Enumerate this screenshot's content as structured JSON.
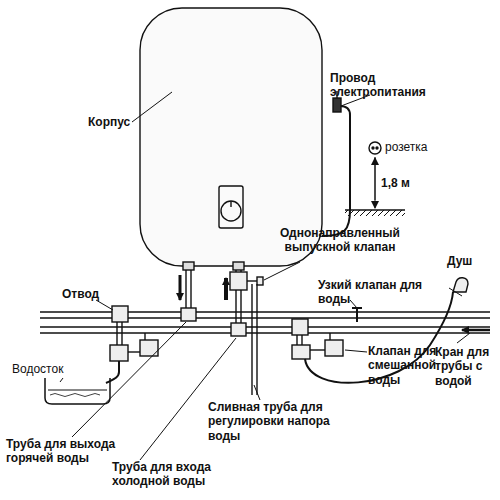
{
  "diagram": {
    "labels": [
      "Корпус",
      "Провод электропитания",
      "розетка",
      "1,8 м",
      "Однонаправленный выпускной клапан",
      "Отвод",
      "Узкий клапан для воды",
      "Душ",
      "Клапан для смешанной воды",
      "Кран для трубы с водой",
      "Водосток",
      "Сливная труба для регулировки напора воды",
      "Труба для выхода горячей воды",
      "Труба для входа холодной воды"
    ]
  }
}
